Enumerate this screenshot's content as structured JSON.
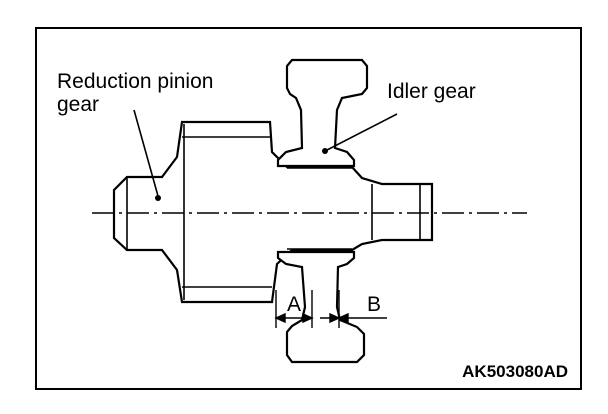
{
  "labels": {
    "reduction_pinion_gear_line1": "Reduction pinion",
    "reduction_pinion_gear_line2": "gear",
    "idler_gear": "Idler gear",
    "dimension_a": "A",
    "dimension_b": "B"
  },
  "figure_code": "AK503080AD",
  "colors": {
    "stroke": "#000000",
    "background": "#ffffff"
  }
}
